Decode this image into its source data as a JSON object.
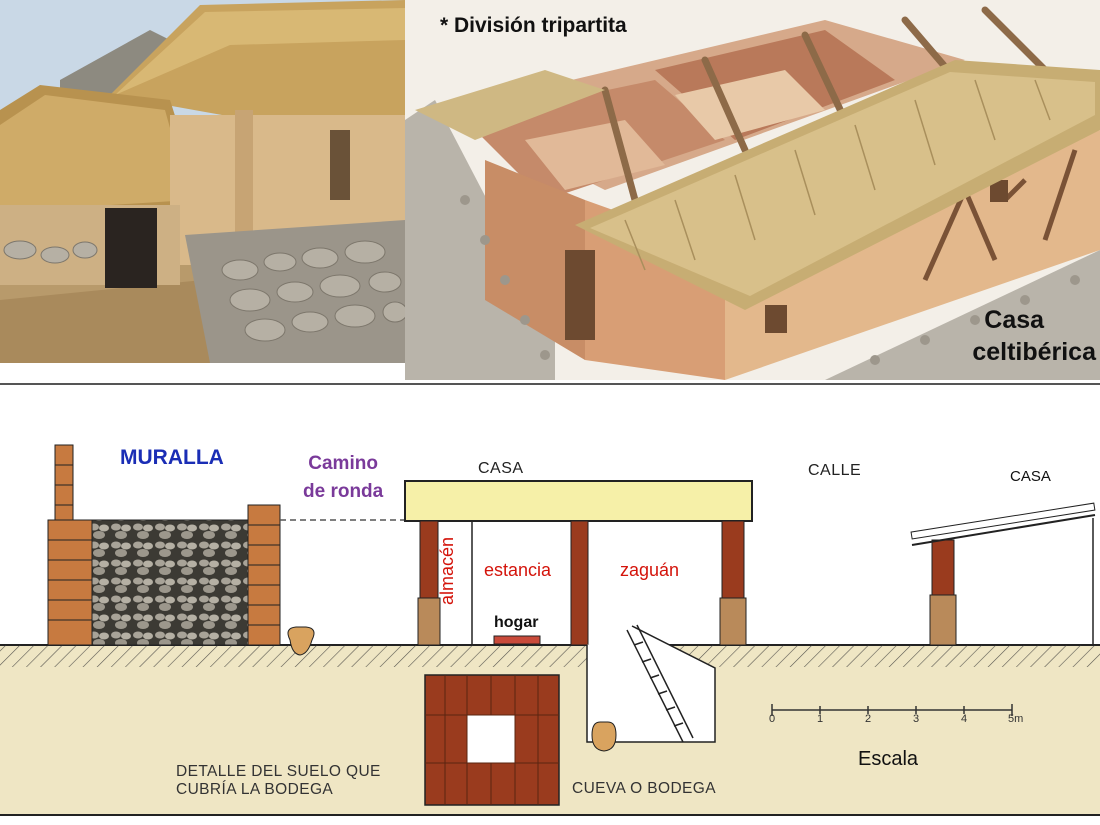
{
  "top_right_title": "* División tripartita",
  "house_caption": {
    "line1": "Casa",
    "line2": "celtibérica"
  },
  "section": {
    "wall": "MURALLA",
    "walkway": {
      "line1": "Camino",
      "line2": "de ronda"
    },
    "house_left": "CASA",
    "street": "CALLE",
    "house_right": "CASA",
    "rooms": {
      "storage": "almacén",
      "living": "estancia",
      "entrance": "zaguán"
    },
    "hearth": "hogar",
    "floor_detail": {
      "line1": "DETALLE DEL SUELO QUE",
      "line2": "CUBRÍA LA BODEGA"
    },
    "cellar": "CUEVA O BODEGA",
    "scale_label": "Escala",
    "scale_ticks": [
      "0",
      "1",
      "2",
      "3",
      "4",
      "5m"
    ]
  },
  "colors": {
    "wall_label": "#1a2db5",
    "walkway_label": "#7a3a9a",
    "room_labels": "#d4140b",
    "roof_beam": "#f6f0a8",
    "ground": "#efe6c4",
    "timber": "#9a3b1e"
  }
}
